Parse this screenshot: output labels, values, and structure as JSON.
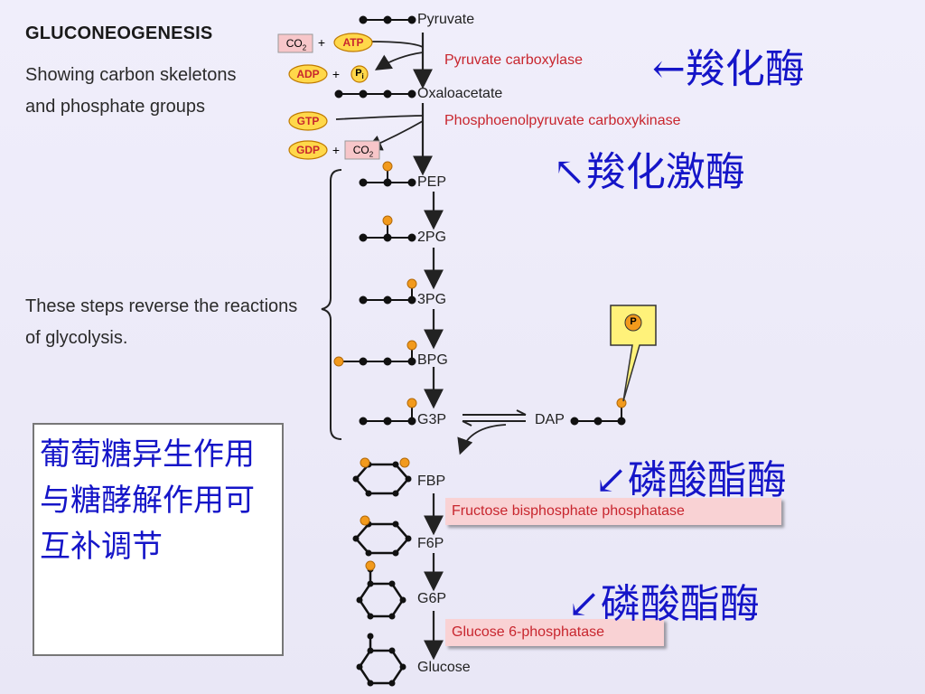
{
  "header": {
    "title": "GLUCONEOGENESIS",
    "subtitle": "Showing carbon skeletons and phosphate groups"
  },
  "note": "These steps reverse the reactions of glycolysis.",
  "summary_cn": "葡萄糖异生作用与糖酵解作用可互补调节",
  "pathway": {
    "metabolites": [
      "Pyruvate",
      "Oxaloacetate",
      "PEP",
      "2PG",
      "3PG",
      "BPG",
      "G3P",
      "DAP",
      "FBP",
      "F6P",
      "G6P",
      "Glucose"
    ],
    "enzymes": [
      "Pyruvate carboxylase",
      "Phosphoenolpyruvate carboxykinase",
      "Fructose bisphosphate phosphatase",
      "Glucose 6-phosphatase"
    ],
    "cofactors": {
      "co2": "CO",
      "co2_sub": "2",
      "atp": "ATP",
      "adp": "ADP",
      "gtp": "GTP",
      "gdp": "GDP",
      "p": "P",
      "pi_sub": "i",
      "plus": "+"
    }
  },
  "annotations_cn": {
    "pyruvate_carboxylase": "←羧化酶",
    "pepck": "↖羧化激酶",
    "fbpase": "↙磷酸酯酶",
    "g6pase": "↙磷酸酯酶"
  },
  "colors": {
    "annotation_blue": "#1515c8",
    "enzyme_red": "#c8262e",
    "enzyme_box": "#f9d2d4",
    "phosphate_orange": "#f29a1c",
    "cofactor_yellow": "#ffd84a",
    "co2_pink": "#f7c6c9"
  }
}
